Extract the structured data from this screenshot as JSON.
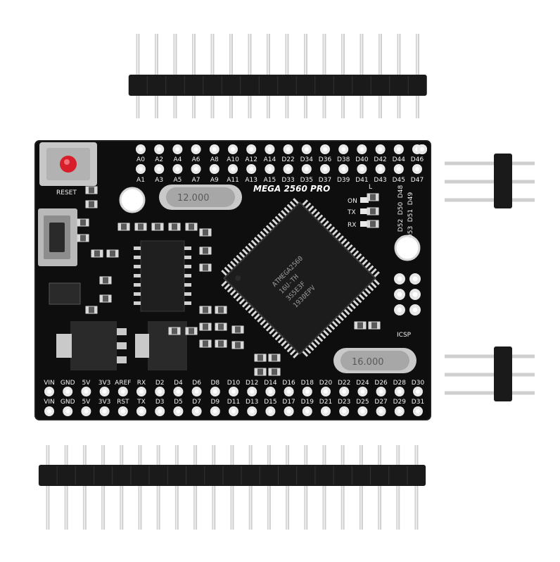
{
  "board": {
    "title": "MEGA 2560 PRO",
    "chip_lines": [
      "ATMEGA2560",
      "16U-TH",
      "3S5E3F",
      "1930EPV"
    ],
    "crystal_left": "12.000",
    "crystal_right": "16.000",
    "reset_label": "RESET",
    "icsp_label": "ICSP",
    "led_labels": [
      "L",
      "ON",
      "TX",
      "RX"
    ],
    "top_row_a": [
      "A0",
      "A2",
      "A4",
      "A6",
      "A8",
      "A10",
      "A12",
      "A14",
      "D22",
      "D34",
      "D36",
      "D38",
      "D40",
      "D42",
      "D44",
      "D46"
    ],
    "top_row_b": [
      "A1",
      "A3",
      "A5",
      "A7",
      "A9",
      "A11",
      "A13",
      "A15",
      "D33",
      "D35",
      "D37",
      "D39",
      "D41",
      "D43",
      "D45",
      "D47"
    ],
    "right_col": [
      "D48",
      "D49",
      "D50",
      "D51",
      "D52",
      "D53"
    ],
    "bottom_row_a": [
      "VIN",
      "GND",
      "5V",
      "3V3",
      "AREF",
      "RX",
      "D2",
      "D4",
      "D6",
      "D8",
      "D10",
      "D12",
      "D14",
      "D16",
      "D18",
      "D20",
      "D22",
      "D24",
      "D26",
      "D28",
      "D30"
    ],
    "bottom_row_b": [
      "VIN",
      "GND",
      "5V",
      "3V3",
      "RST",
      "TX",
      "D3",
      "D5",
      "D7",
      "D9",
      "D11",
      "D13",
      "D15",
      "D17",
      "D19",
      "D21",
      "D23",
      "D25",
      "D27",
      "D29",
      "D31"
    ]
  }
}
